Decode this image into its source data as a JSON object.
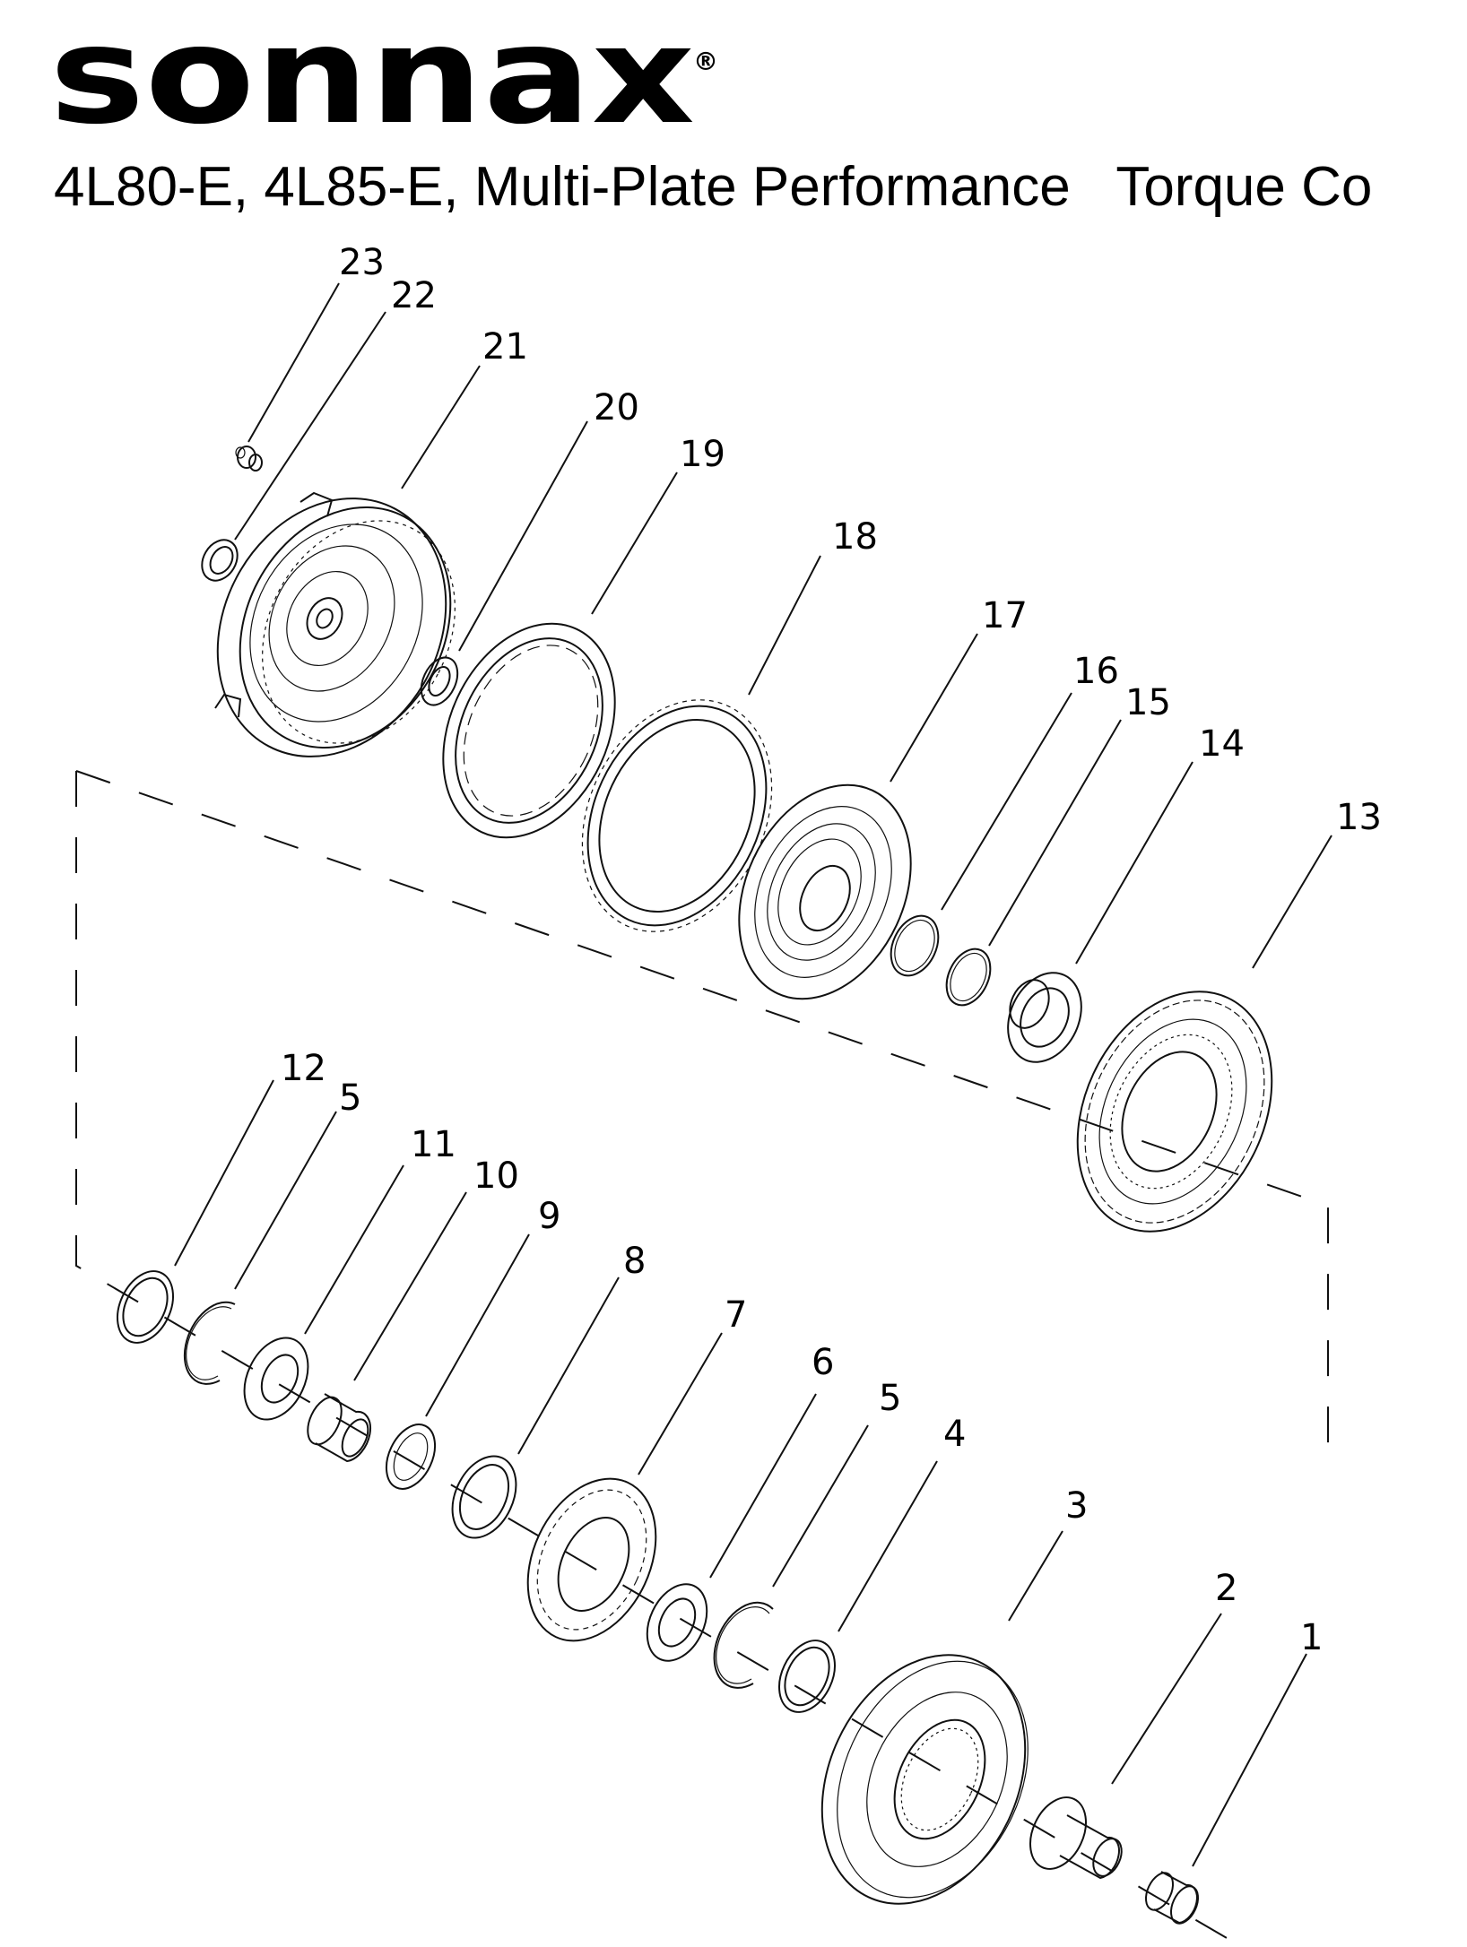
{
  "brand": {
    "logo_text": "sonnax",
    "registered_mark": "®"
  },
  "title": "4L80-E, 4L85-E, Multi-Plate Performance   Torque Co",
  "callouts": {
    "c23": "23",
    "c22": "22",
    "c21": "21",
    "c20": "20",
    "c19": "19",
    "c18": "18",
    "c17": "17",
    "c16": "16",
    "c15": "15",
    "c14": "14",
    "c13": "13",
    "c12": "12",
    "c5a": "5",
    "c11": "11",
    "c10": "10",
    "c9": "9",
    "c8": "8",
    "c7": "7",
    "c6": "6",
    "c5b": "5",
    "c4": "4",
    "c3": "3",
    "c2": "2",
    "c1": "1"
  }
}
